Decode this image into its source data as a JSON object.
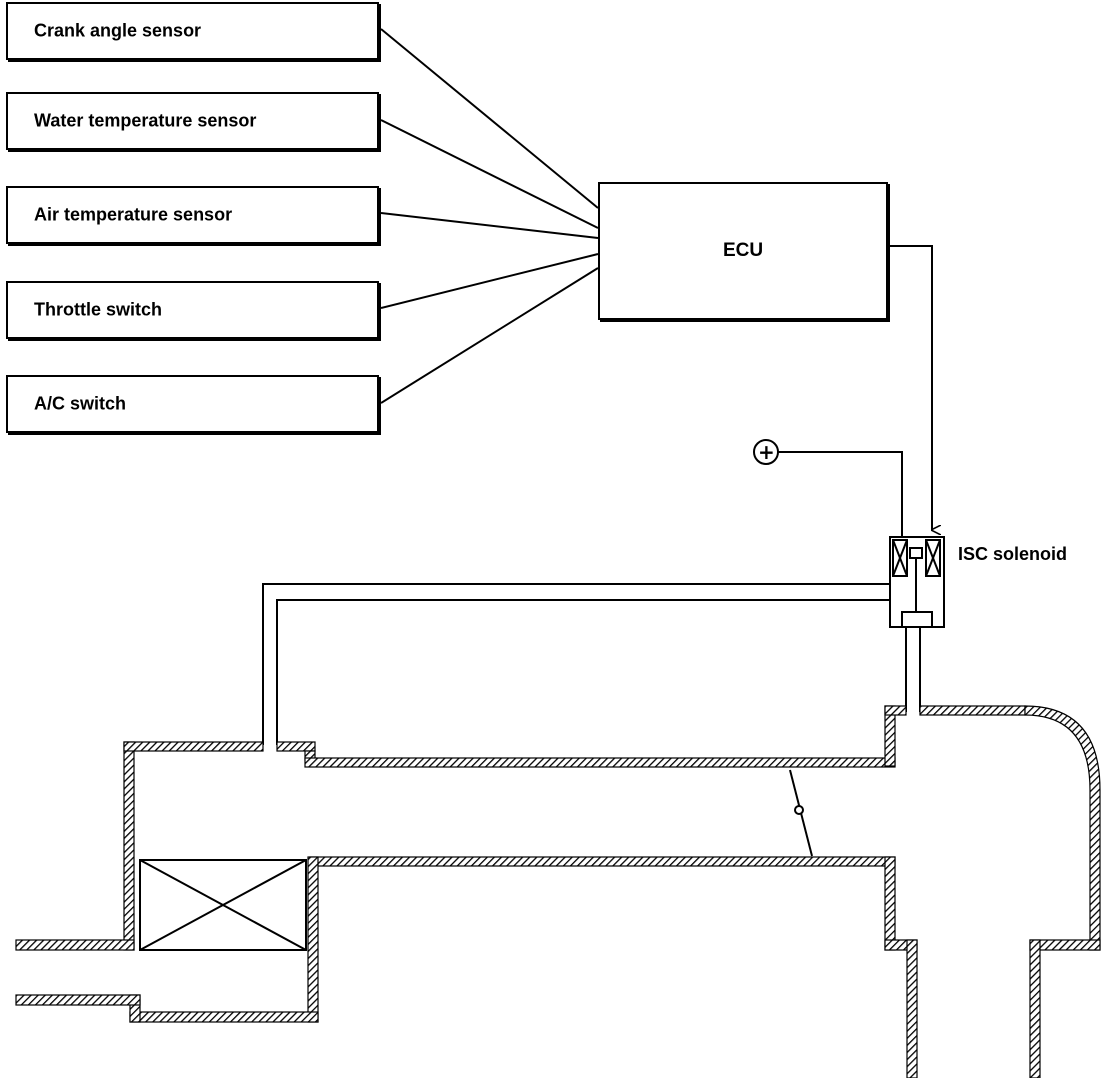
{
  "diagram": {
    "sensors": [
      {
        "id": "crank",
        "label": "Crank angle sensor"
      },
      {
        "id": "water",
        "label": "Water temperature sensor"
      },
      {
        "id": "air",
        "label": "Air temperature sensor"
      },
      {
        "id": "throttle",
        "label": "Throttle switch"
      },
      {
        "id": "ac",
        "label": "A/C switch"
      }
    ],
    "ecu_label": "ECU",
    "solenoid_label": "ISC solenoid",
    "power_symbol": "+"
  }
}
